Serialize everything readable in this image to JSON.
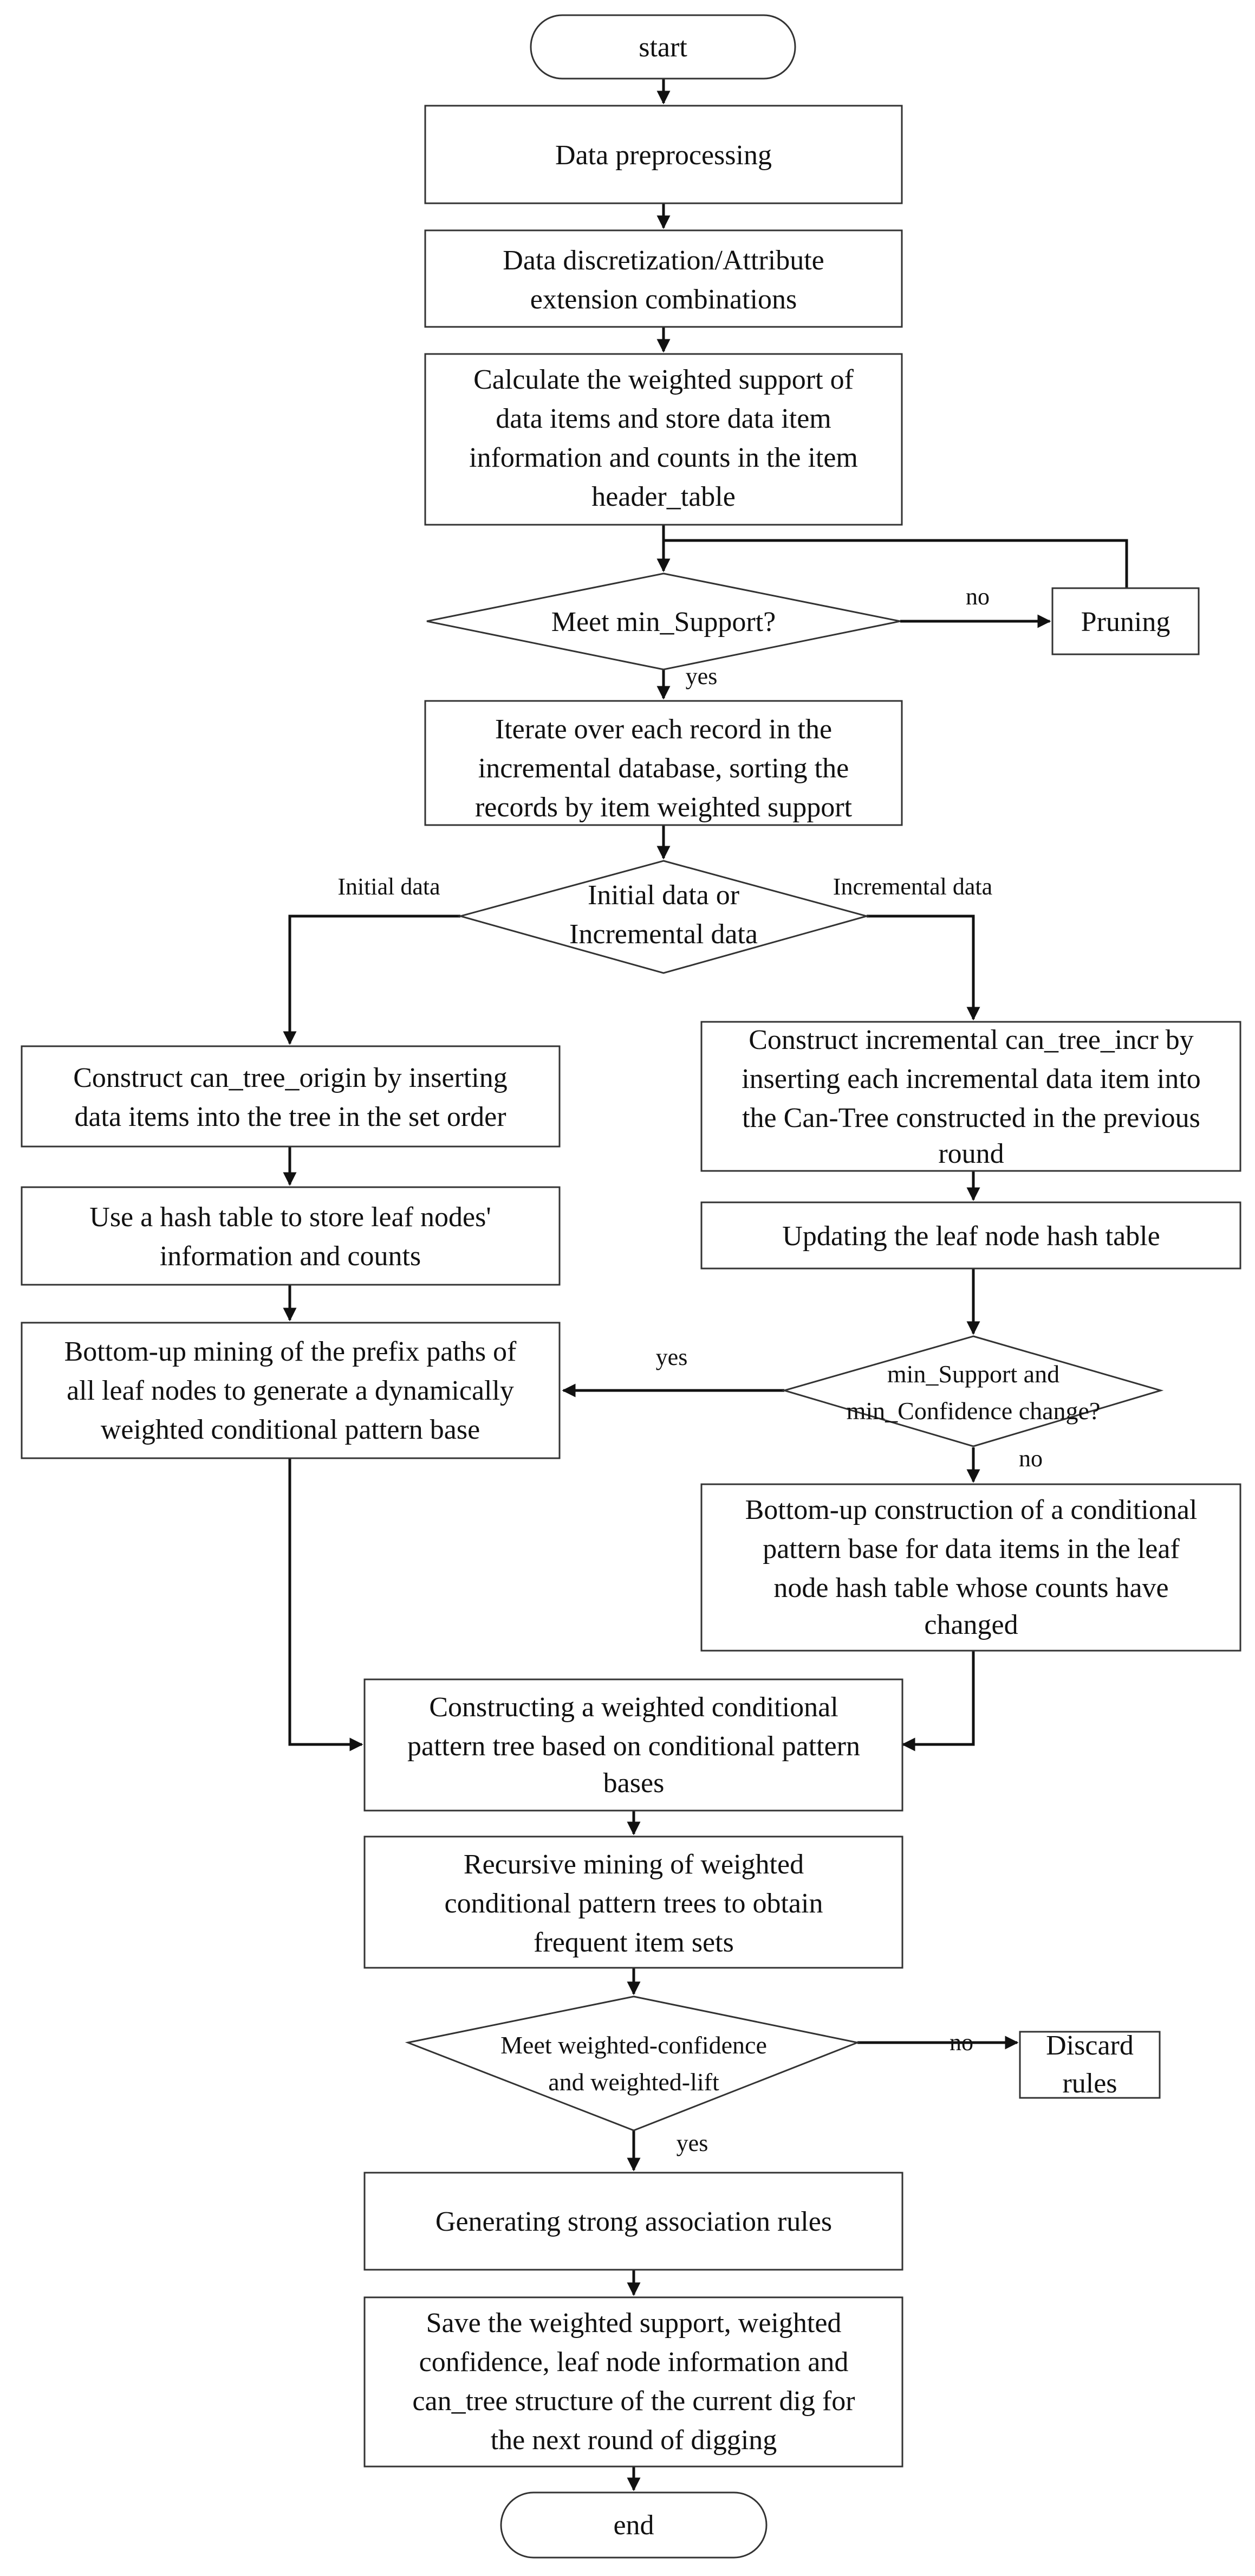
{
  "nodes": {
    "start": "start",
    "preprocess": "Data preprocessing",
    "discretize": [
      "Data discretization/Attribute",
      "extension combinations"
    ],
    "calc": [
      "Calculate the weighted support of",
      "data items and store data item",
      "information and counts in the item",
      "header_table"
    ],
    "meet_support": "Meet min_Support?",
    "pruning": "Pruning",
    "iterate": [
      "Iterate over each record in the",
      "incremental database, sorting the",
      "records by item weighted support"
    ],
    "initial_or_incr": [
      "Initial data or",
      "Incremental data"
    ],
    "construct_origin": [
      "Construct can_tree_origin by inserting",
      "data items into the tree in the set order"
    ],
    "hash_table": [
      "Use a hash table to store leaf nodes'",
      "information and counts"
    ],
    "bottom_up_mining": [
      "Bottom-up mining of the prefix paths of",
      "all leaf nodes to generate a dynamically",
      "weighted conditional pattern base"
    ],
    "construct_incr": [
      "Construct incremental can_tree_incr by",
      "inserting each incremental data item into",
      "the Can-Tree constructed in the previous",
      "round"
    ],
    "update_hash": "Updating the leaf node hash table",
    "change_q": [
      "min_Support and",
      "min_Confidence change?"
    ],
    "bottom_up_construct": [
      "Bottom-up construction of a conditional",
      "pattern base for data items in the leaf",
      "node hash table whose counts have",
      "changed"
    ],
    "construct_tree": [
      "Constructing a weighted conditional",
      "pattern tree based on conditional pattern",
      "bases"
    ],
    "recursive": [
      "Recursive mining of weighted",
      "conditional pattern trees to obtain",
      "frequent item sets"
    ],
    "meet_conf": [
      "Meet weighted-confidence",
      "and weighted-lift"
    ],
    "discard": [
      "Discard",
      "rules"
    ],
    "generate": "Generating strong association rules",
    "save": [
      "Save the weighted support, weighted",
      "confidence, leaf node information and",
      "can_tree structure of the current dig for",
      "the next round of digging"
    ],
    "end": "end"
  },
  "edge_labels": {
    "support_no": "no",
    "support_yes": "yes",
    "initial": "Initial data",
    "incremental": "Incremental data",
    "change_yes": "yes",
    "change_no": "no",
    "conf_no": "no",
    "conf_yes": "yes"
  }
}
